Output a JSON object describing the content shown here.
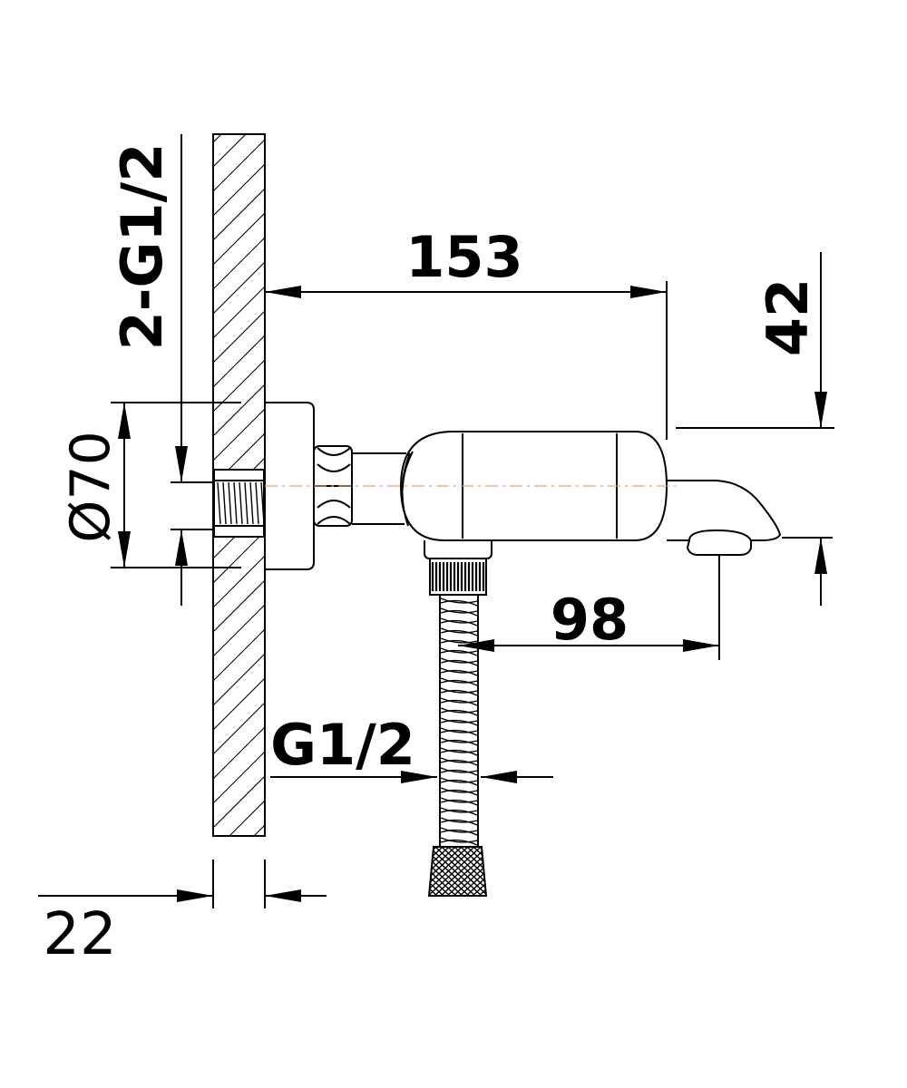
{
  "dimensions": {
    "length_153": "153",
    "height_42": "42",
    "diameter_70": "Ø70",
    "inlet_2g12": "2-G1/2",
    "spout_98": "98",
    "hose_g12": "G1/2",
    "wall_22": "22"
  }
}
